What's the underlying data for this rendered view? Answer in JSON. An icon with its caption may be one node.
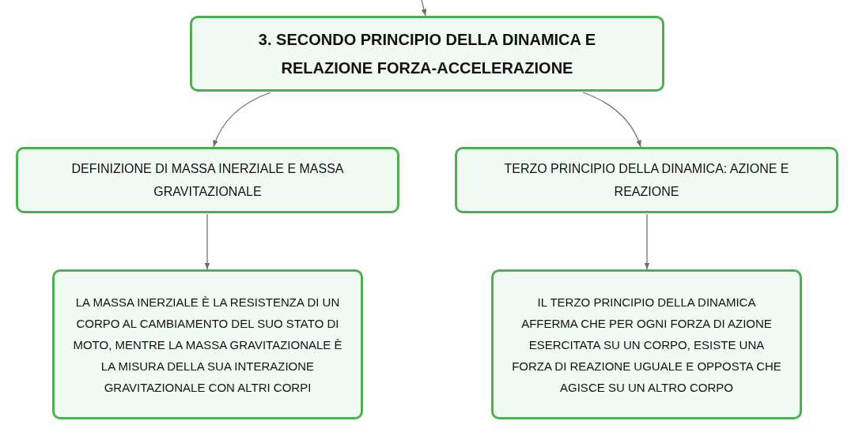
{
  "diagram": {
    "nodes": [
      {
        "text": [
          "3. SECONDO PRINCIPIO DELLA DINAMICA E RELAZIONE FORZA-ACCELERAZIONE"
        ]
      },
      {
        "text": [
          "DEFINIZIONE DI MASSA INERZIALE E MASSA GRAVITAZIONALE"
        ]
      },
      {
        "text": [
          "TERZO PRINCIPIO DELLA DINAMICA: AZIONE E REAZIONE"
        ]
      },
      {
        "text": [
          "LA MASSA INERZIALE È LA RESISTENZA DI UN CORPO AL CAMBIAMENTO DEL SUO STATO DI MOTO, MENTRE LA MASSA GRAVITAZIONALE È LA MISURA DELLA SUA INTERAZIONE GRAVITAZIONALE CON ALTRI CORPI"
        ]
      },
      {
        "text": [
          "IL TERZO PRINCIPIO DELLA DINAMICA AFFERMA CHE PER OGNI FORZA DI AZIONE ESERCITATA SU UN CORPO, ESISTE UNA FORZA DI REAZIONE UGUALE E OPPOSTA CHE AGISCE SU UN ALTRO CORPO"
        ]
      }
    ],
    "edges": [
      {
        "from": null,
        "to": 0,
        "arrow": "to"
      },
      {
        "from": 0,
        "to": 1,
        "arrow": "to"
      },
      {
        "from": 0,
        "to": 2,
        "arrow": "to"
      },
      {
        "from": 1,
        "to": 3,
        "arrow": "to"
      },
      {
        "from": 2,
        "to": 4,
        "arrow": "to"
      }
    ]
  }
}
